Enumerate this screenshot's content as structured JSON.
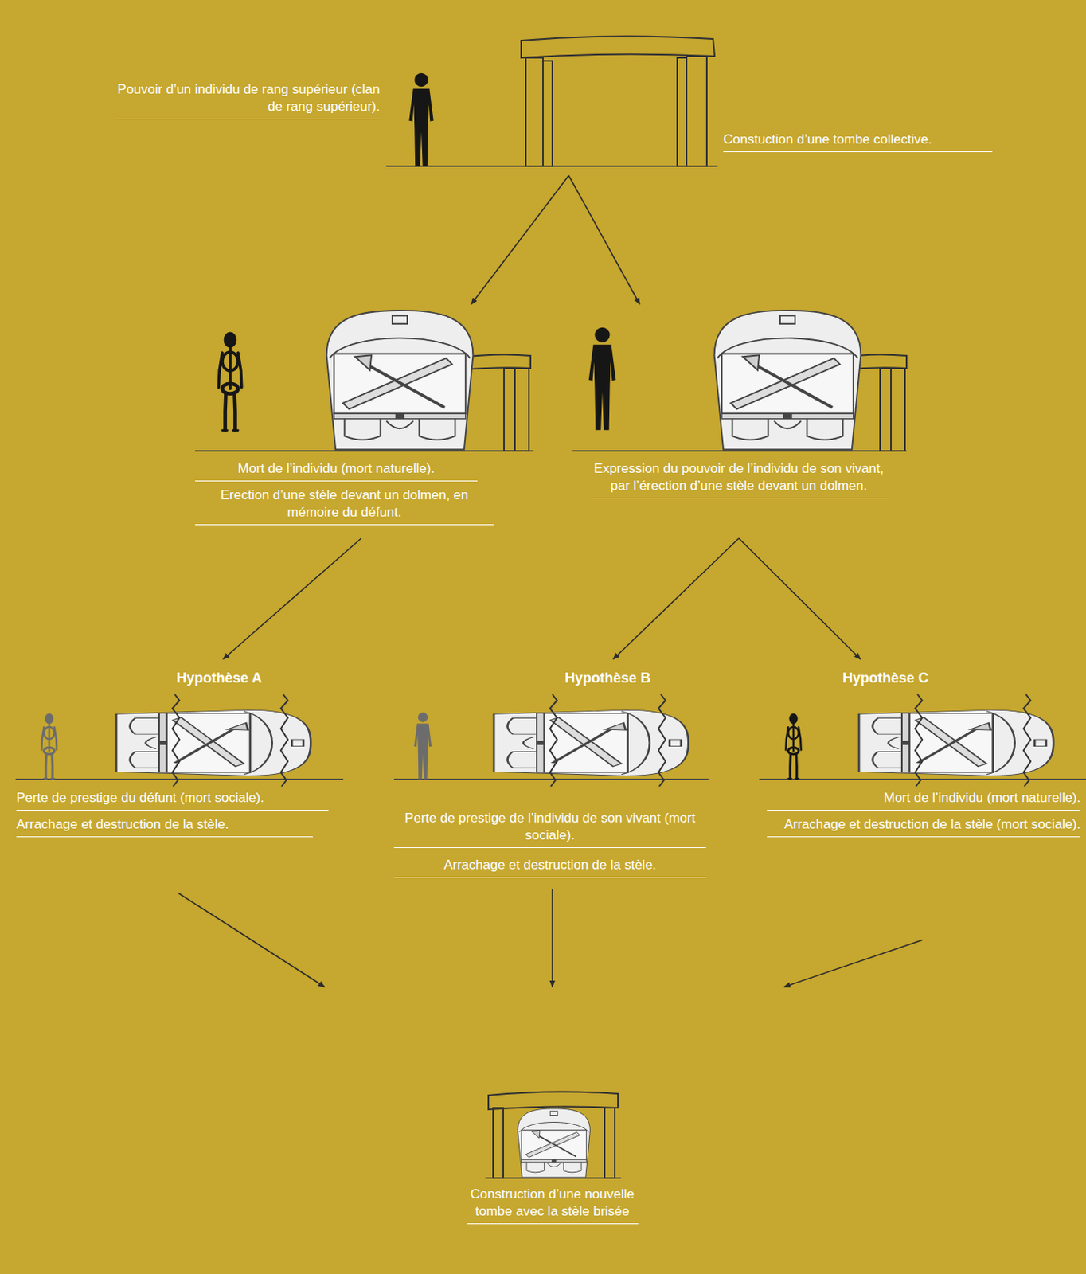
{
  "diagram": {
    "nodes": [
      {
        "text": [
          "Pouvoir d’un individu de rang supérieur (clan de rang supérieur).",
          "Constuction d’une tombe collective."
        ]
      },
      {
        "text": [
          "Mort de l’individu (mort naturelle).",
          "Erection d’une stèle devant un dolmen, en mémoire du défunt."
        ]
      },
      {
        "text": [
          "Expression du pouvoir de l’individu de son vivant, par l’érection d’une stèle devant un dolmen."
        ]
      },
      {
        "text": [
          "Hypothèse A",
          "Perte de prestige du défunt (mort sociale).",
          "Arrachage et destruction de la stèle."
        ]
      },
      {
        "text": [
          "Hypothèse B",
          "Perte de prestige de l’individu de son vivant (mort sociale).",
          "Arrachage et destruction de la stèle."
        ]
      },
      {
        "text": [
          "Hypothèse C",
          "Mort de l’individu (mort naturelle).",
          "Arrachage et destruction de la stèle (mort sociale)."
        ]
      },
      {
        "text": [
          "Construction d’une nouvelle tombe avec la stèle brisée"
        ]
      }
    ],
    "edges": [
      {
        "from": 0,
        "to": 1,
        "arrow": "to"
      },
      {
        "from": 0,
        "to": 2,
        "arrow": "to"
      },
      {
        "from": 1,
        "to": 3,
        "arrow": "to"
      },
      {
        "from": 2,
        "to": 4,
        "arrow": "to"
      },
      {
        "from": 2,
        "to": 5,
        "arrow": "to"
      },
      {
        "from": 3,
        "to": 6,
        "arrow": "to"
      },
      {
        "from": 4,
        "to": 6,
        "arrow": "to"
      },
      {
        "from": 5,
        "to": 6,
        "arrow": "to"
      }
    ]
  }
}
